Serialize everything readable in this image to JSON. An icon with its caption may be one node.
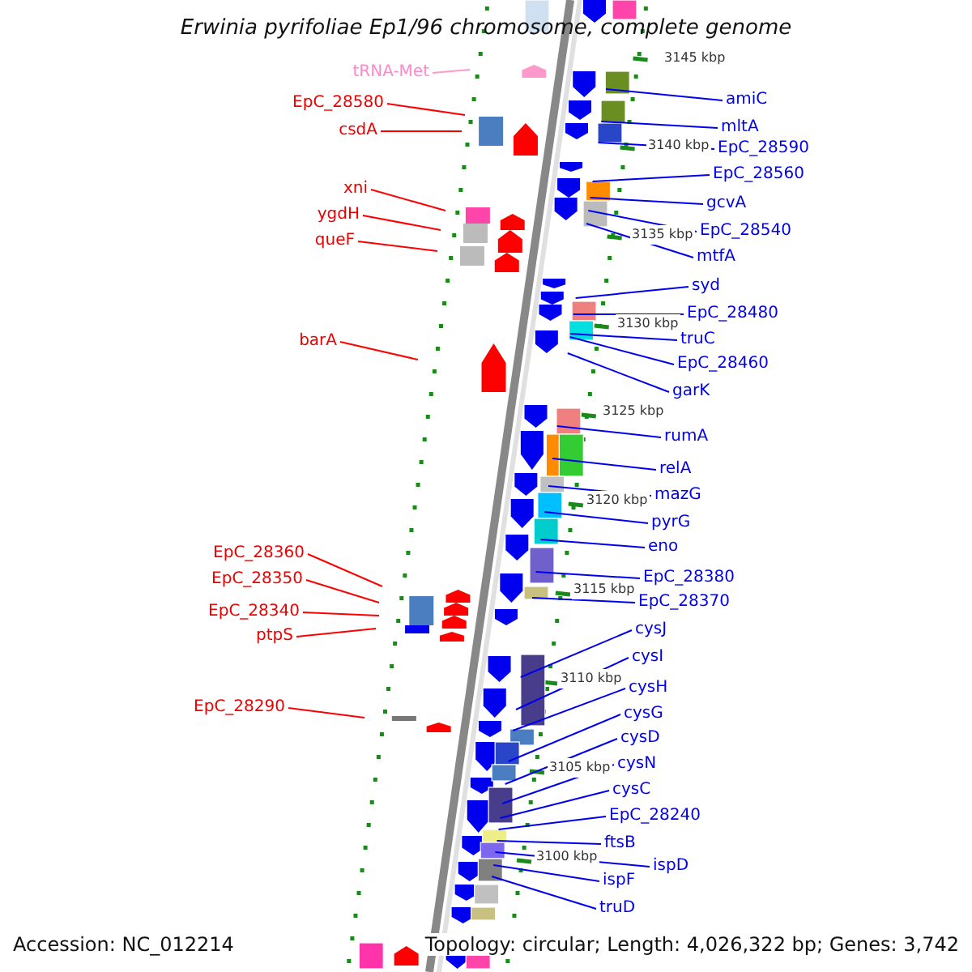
{
  "diagram": {
    "title": "Erwinia pyrifoliae Ep1/96 chromosome, complete genome",
    "nodes": [
      {
        "text": [
          "tRNA-Met"
        ]
      },
      {
        "text": [
          "EpC_28580"
        ]
      },
      {
        "text": [
          "csdA"
        ]
      },
      {
        "text": [
          "xni"
        ]
      },
      {
        "text": [
          "ygdH"
        ]
      },
      {
        "text": [
          "queF"
        ]
      },
      {
        "text": [
          "barA"
        ]
      },
      {
        "text": [
          "EpC_28360"
        ]
      },
      {
        "text": [
          "EpC_28350"
        ]
      },
      {
        "text": [
          "EpC_28340"
        ]
      },
      {
        "text": [
          "ptpS"
        ]
      },
      {
        "text": [
          "EpC_28290"
        ]
      },
      {
        "text": [
          "amiC"
        ]
      },
      {
        "text": [
          "mltA"
        ]
      },
      {
        "text": [
          "EpC_28590"
        ]
      },
      {
        "text": [
          "EpC_28560"
        ]
      },
      {
        "text": [
          "gcvA"
        ]
      },
      {
        "text": [
          "EpC_28540"
        ]
      },
      {
        "text": [
          "mtfA"
        ]
      },
      {
        "text": [
          "syd"
        ]
      },
      {
        "text": [
          "EpC_28480"
        ]
      },
      {
        "text": [
          "truC"
        ]
      },
      {
        "text": [
          "EpC_28460"
        ]
      },
      {
        "text": [
          "garK"
        ]
      },
      {
        "text": [
          "rumA"
        ]
      },
      {
        "text": [
          "relA"
        ]
      },
      {
        "text": [
          "mazG"
        ]
      },
      {
        "text": [
          "pyrG"
        ]
      },
      {
        "text": [
          "eno"
        ]
      },
      {
        "text": [
          "EpC_28380"
        ]
      },
      {
        "text": [
          "EpC_28370"
        ]
      },
      {
        "text": [
          "cysJ"
        ]
      },
      {
        "text": [
          "cysI"
        ]
      },
      {
        "text": [
          "cysH"
        ]
      },
      {
        "text": [
          "cysG"
        ]
      },
      {
        "text": [
          "cysD"
        ]
      },
      {
        "text": [
          "cysN"
        ]
      },
      {
        "text": [
          "cysC"
        ]
      },
      {
        "text": [
          "EpC_28240"
        ]
      },
      {
        "text": [
          "ftsB"
        ]
      },
      {
        "text": [
          "ispD"
        ]
      },
      {
        "text": [
          "ispF"
        ]
      },
      {
        "text": [
          "truD"
        ]
      }
    ],
    "edges": [
      {
        "from": 0,
        "to": null,
        "arrow": "none",
        "color": "#ff99cc"
      },
      {
        "from": 1,
        "to": null,
        "arrow": "none",
        "color": "#ff0000"
      },
      {
        "from": 2,
        "to": null,
        "arrow": "none",
        "color": "#ff0000"
      },
      {
        "from": 3,
        "to": null,
        "arrow": "none",
        "color": "#ff0000"
      },
      {
        "from": 4,
        "to": null,
        "arrow": "none",
        "color": "#ff0000"
      },
      {
        "from": 5,
        "to": null,
        "arrow": "none",
        "color": "#ff0000"
      },
      {
        "from": 6,
        "to": null,
        "arrow": "none",
        "color": "#ff0000"
      },
      {
        "from": 7,
        "to": null,
        "arrow": "none",
        "color": "#ff0000"
      },
      {
        "from": 8,
        "to": null,
        "arrow": "none",
        "color": "#ff0000"
      },
      {
        "from": 9,
        "to": null,
        "arrow": "none",
        "color": "#ff0000"
      },
      {
        "from": 10,
        "to": null,
        "arrow": "none",
        "color": "#ff0000"
      },
      {
        "from": 11,
        "to": null,
        "arrow": "none",
        "color": "#ff0000"
      },
      {
        "from": 12,
        "to": null,
        "arrow": "none"
      },
      {
        "from": 13,
        "to": null,
        "arrow": "none"
      },
      {
        "from": 14,
        "to": null,
        "arrow": "none"
      },
      {
        "from": 15,
        "to": null,
        "arrow": "none"
      },
      {
        "from": 16,
        "to": null,
        "arrow": "none"
      },
      {
        "from": 17,
        "to": null,
        "arrow": "none"
      },
      {
        "from": 18,
        "to": null,
        "arrow": "none"
      },
      {
        "from": 19,
        "to": null,
        "arrow": "none"
      },
      {
        "from": 20,
        "to": null,
        "arrow": "none"
      },
      {
        "from": 21,
        "to": null,
        "arrow": "none"
      },
      {
        "from": 22,
        "to": null,
        "arrow": "none"
      },
      {
        "from": 23,
        "to": null,
        "arrow": "none"
      },
      {
        "from": 24,
        "to": null,
        "arrow": "none"
      },
      {
        "from": 25,
        "to": null,
        "arrow": "none"
      },
      {
        "from": 26,
        "to": null,
        "arrow": "none"
      },
      {
        "from": 27,
        "to": null,
        "arrow": "none"
      },
      {
        "from": 28,
        "to": null,
        "arrow": "none"
      },
      {
        "from": 29,
        "to": null,
        "arrow": "none"
      },
      {
        "from": 30,
        "to": null,
        "arrow": "none"
      },
      {
        "from": 31,
        "to": null,
        "arrow": "none"
      },
      {
        "from": 32,
        "to": null,
        "arrow": "none"
      },
      {
        "from": 33,
        "to": null,
        "arrow": "none"
      },
      {
        "from": 34,
        "to": null,
        "arrow": "none"
      },
      {
        "from": 35,
        "to": null,
        "arrow": "none"
      },
      {
        "from": 36,
        "to": null,
        "arrow": "none"
      },
      {
        "from": 37,
        "to": null,
        "arrow": "none"
      },
      {
        "from": 38,
        "to": null,
        "arrow": "none"
      },
      {
        "from": 39,
        "to": null,
        "arrow": "none"
      },
      {
        "from": 40,
        "to": null,
        "arrow": "none"
      },
      {
        "from": 41,
        "to": null,
        "arrow": "none"
      },
      {
        "from": 42,
        "to": null,
        "arrow": "none"
      }
    ],
    "labels": [
      "3145 kbp",
      "3140 kbp",
      "3135 kbp",
      "3130 kbp",
      "3125 kbp",
      "3120 kbp",
      "3115 kbp",
      "3110 kbp",
      "3105 kbp",
      "3100 kbp",
      "Accession: NC_012214",
      "Topology: circular; Length: 4,026,322 bp; Genes: 3,742"
    ]
  }
}
